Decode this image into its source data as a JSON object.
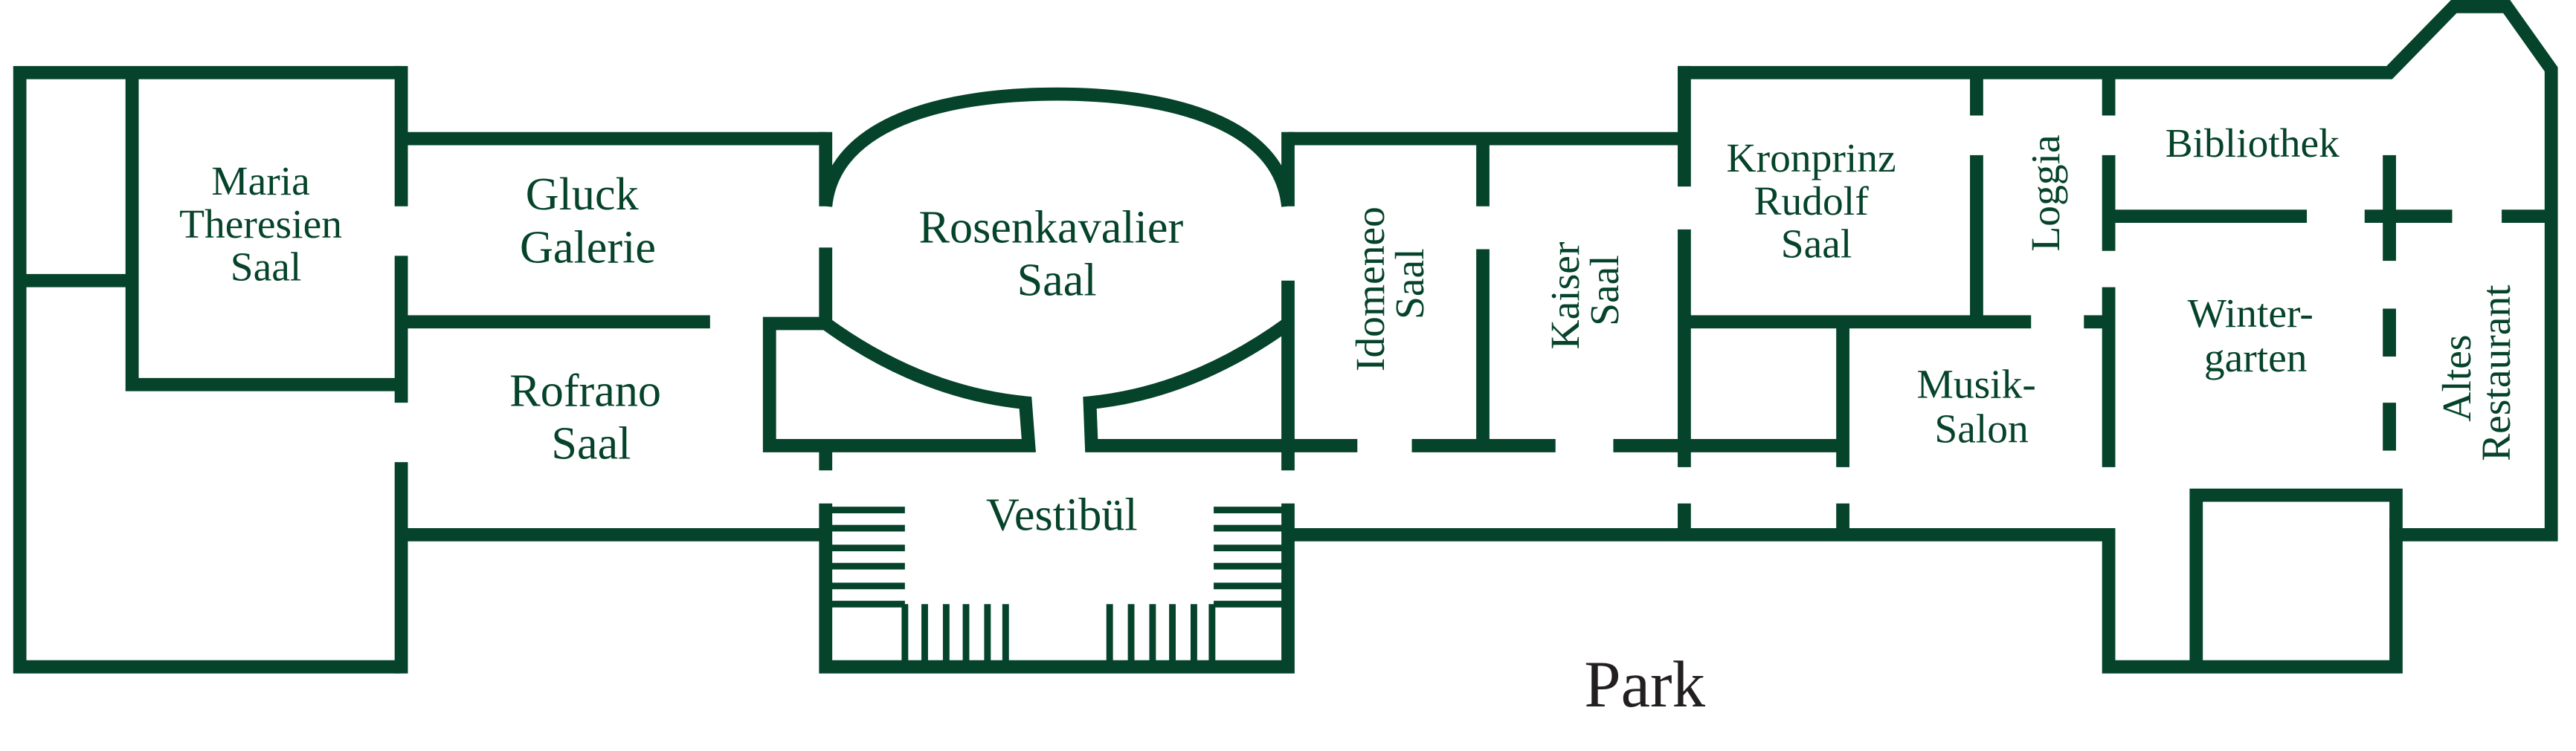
{
  "colors": {
    "walls": "#05432a",
    "labels": "#05432a",
    "park_label": "#231f20"
  },
  "rooms": {
    "maria_theresien": [
      "Maria",
      "Theresien",
      "Saal"
    ],
    "gluck": [
      "Gluck",
      "Galerie"
    ],
    "rofrano": [
      "Rofrano",
      "Saal"
    ],
    "rosenkavalier": [
      "Rosenkavalier",
      "Saal"
    ],
    "vestibuel": "Vestibül",
    "idomeneo": [
      "Idomeneo",
      "Saal"
    ],
    "kaiser": [
      "Kaiser",
      "Saal"
    ],
    "kronprinz": [
      "Kronprinz",
      "Rudolf",
      "Saal"
    ],
    "loggia": "Loggia",
    "bibliothek": "Bibliothek",
    "wintergarten": [
      "Winter-",
      "garten"
    ],
    "musiksalon": [
      "Musik-",
      "Salon"
    ],
    "altes_restaurant": [
      "Altes",
      "Restaurant"
    ]
  },
  "outside": {
    "park": "Park"
  }
}
